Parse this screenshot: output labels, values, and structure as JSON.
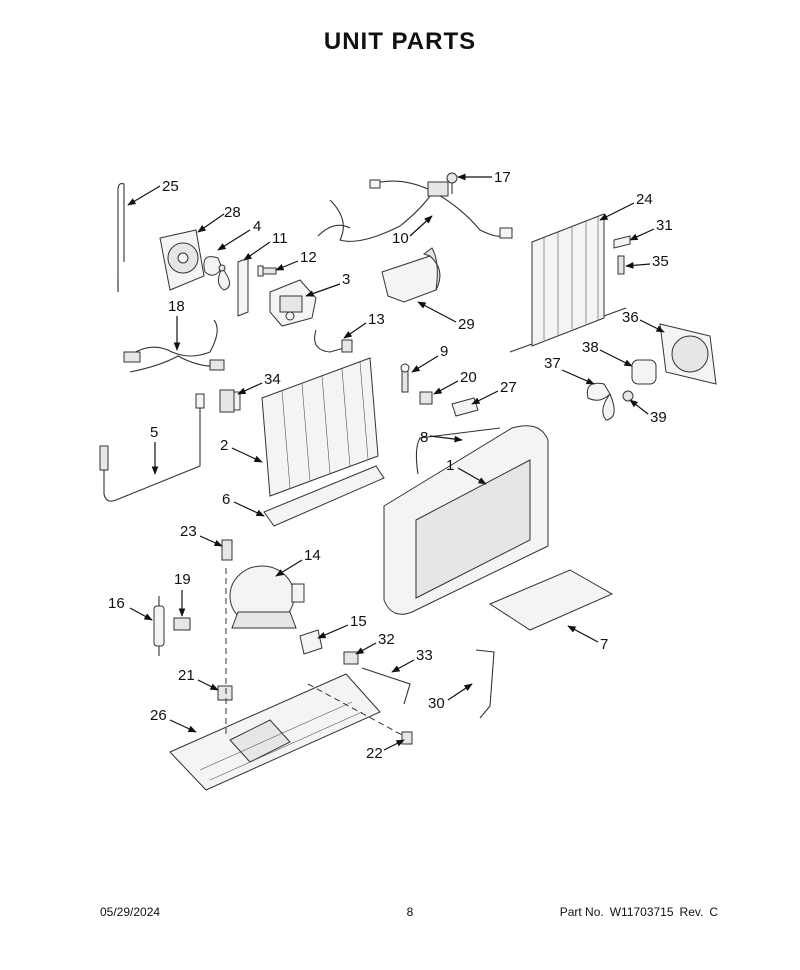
{
  "title": "UNIT  PARTS",
  "footer": {
    "date": "05/29/2024",
    "page": "8",
    "part_no_label": "Part No.",
    "part_no": "W11703715",
    "rev_label": "Rev.",
    "rev": "C"
  },
  "callouts": [
    "25",
    "28",
    "4",
    "11",
    "12",
    "3",
    "18",
    "13",
    "10",
    "17",
    "24",
    "31",
    "35",
    "29",
    "9",
    "20",
    "34",
    "5",
    "2",
    "27",
    "36",
    "38",
    "37",
    "39",
    "8",
    "1",
    "6",
    "23",
    "14",
    "19",
    "16",
    "15",
    "32",
    "33",
    "7",
    "21",
    "30",
    "26",
    "22"
  ]
}
